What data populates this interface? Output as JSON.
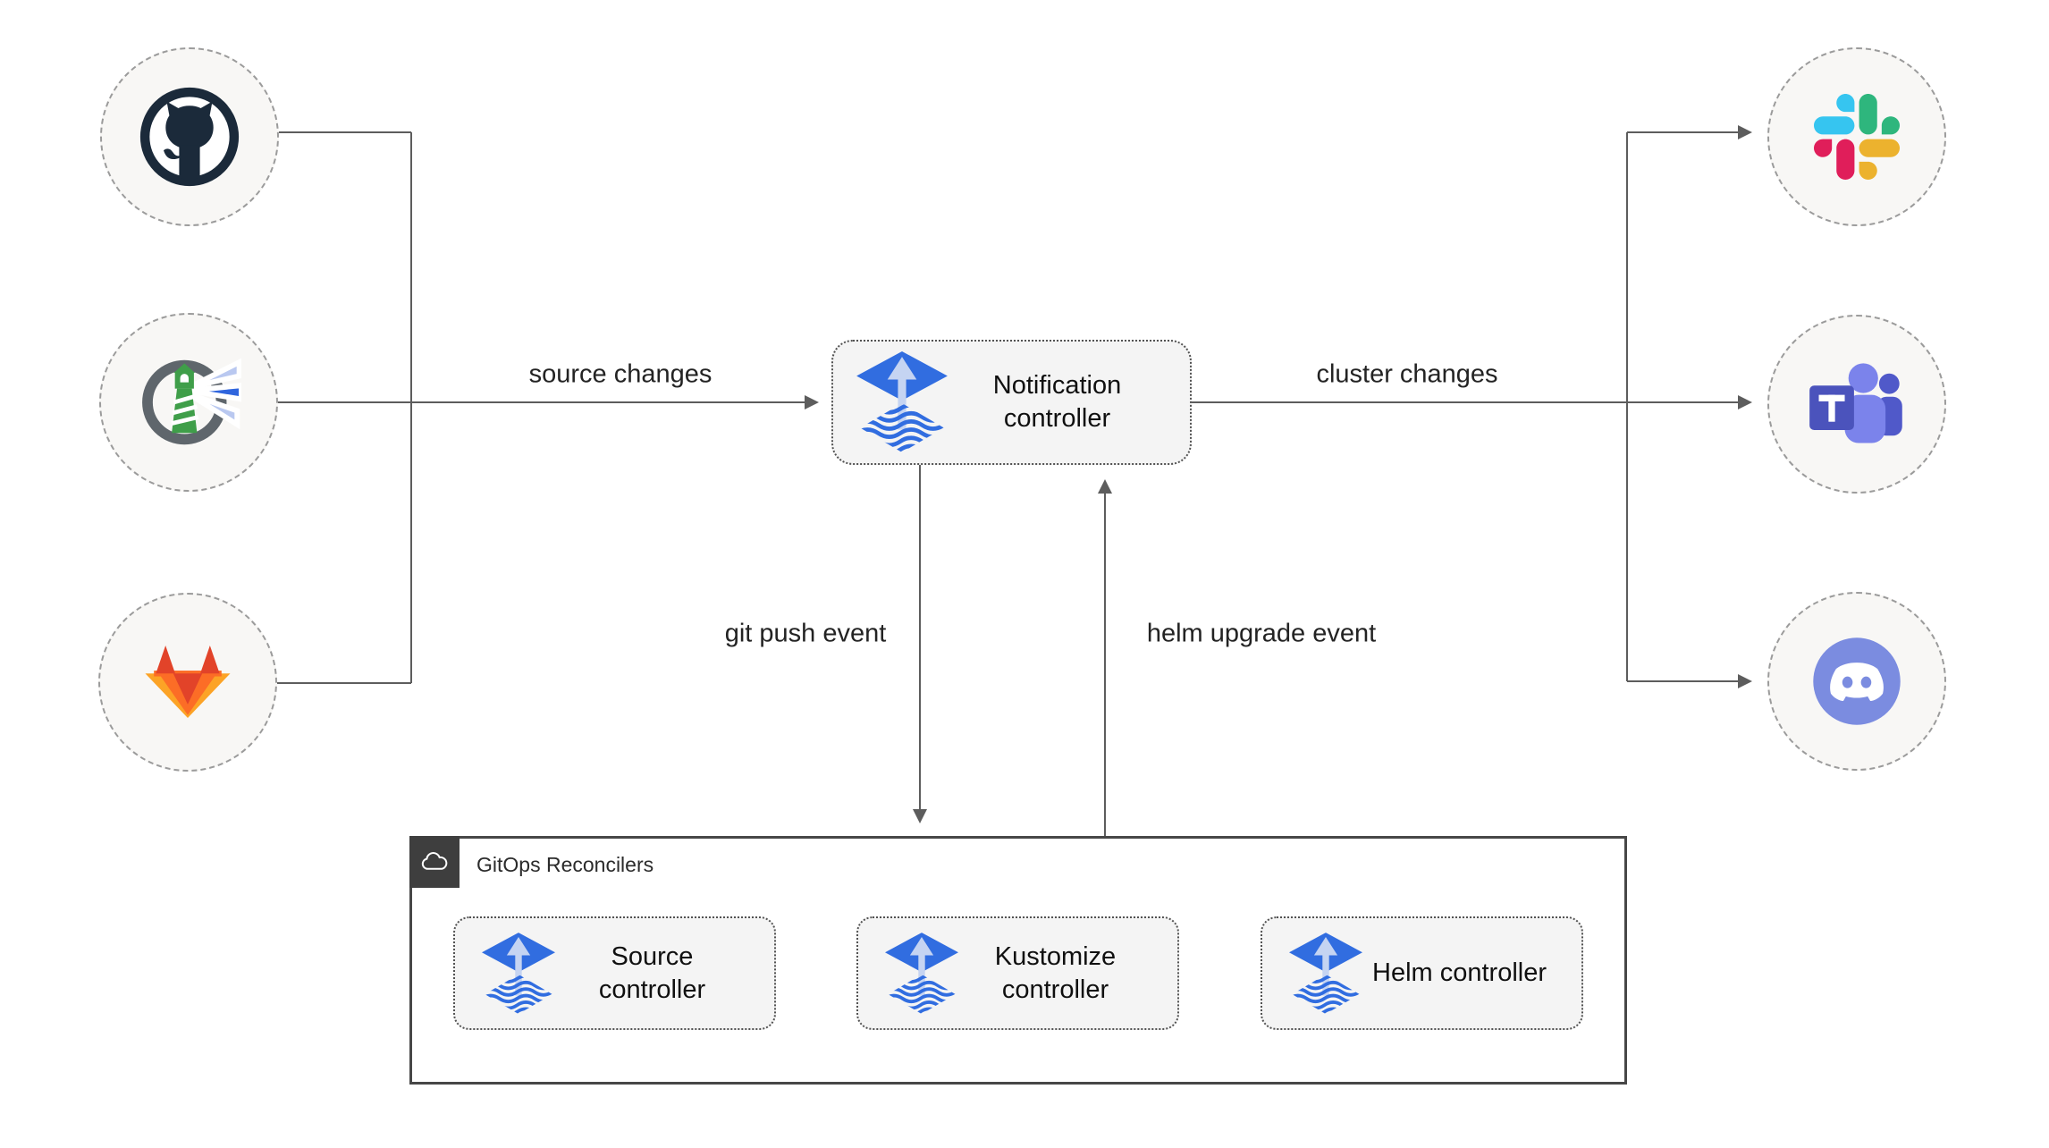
{
  "diagram": {
    "kind": "Flux GitOps notification architecture",
    "controllers": {
      "notification": "Notification controller",
      "source": "Source controller",
      "kustomize": "Kustomize controller",
      "helm": "Helm controller"
    },
    "group": {
      "title": "GitOps Reconcilers",
      "badge_icon": "cloud-icon"
    },
    "edges": {
      "source_changes": "source changes",
      "cluster_changes": "cluster changes",
      "git_push_event": "git push event",
      "helm_upgrade_event": "helm upgrade event"
    },
    "source_nodes": [
      {
        "icon": "github-icon"
      },
      {
        "icon": "harbor-icon"
      },
      {
        "icon": "gitlab-icon"
      }
    ],
    "alert_nodes": [
      {
        "icon": "slack-icon"
      },
      {
        "icon": "teams-icon"
      },
      {
        "icon": "discord-icon"
      }
    ],
    "colors": {
      "line_gray": "#5d5d5d",
      "box_fill": "#f4f4f4",
      "circle_fill": "#f8f7f5",
      "flux_blue": "#316de0",
      "flux_arrow_light": "#c5d4f2",
      "github_dark": "#1b2a3a",
      "harbor_green": "#3f9e49",
      "harbor_beam_blue": "#2f65dd",
      "gitlab_red": "#e24329",
      "gitlab_orange": "#fc6d26",
      "gitlab_yellow": "#fca326",
      "slack_blue": "#36c5f0",
      "slack_green": "#2eb67d",
      "slack_red": "#e01e5a",
      "slack_yellow": "#ecb22e",
      "teams_purple": "#4b53bc",
      "teams_light": "#7b83eb",
      "teams_mid": "#5059c9",
      "discord_blurple": "#7b8ce0"
    }
  }
}
